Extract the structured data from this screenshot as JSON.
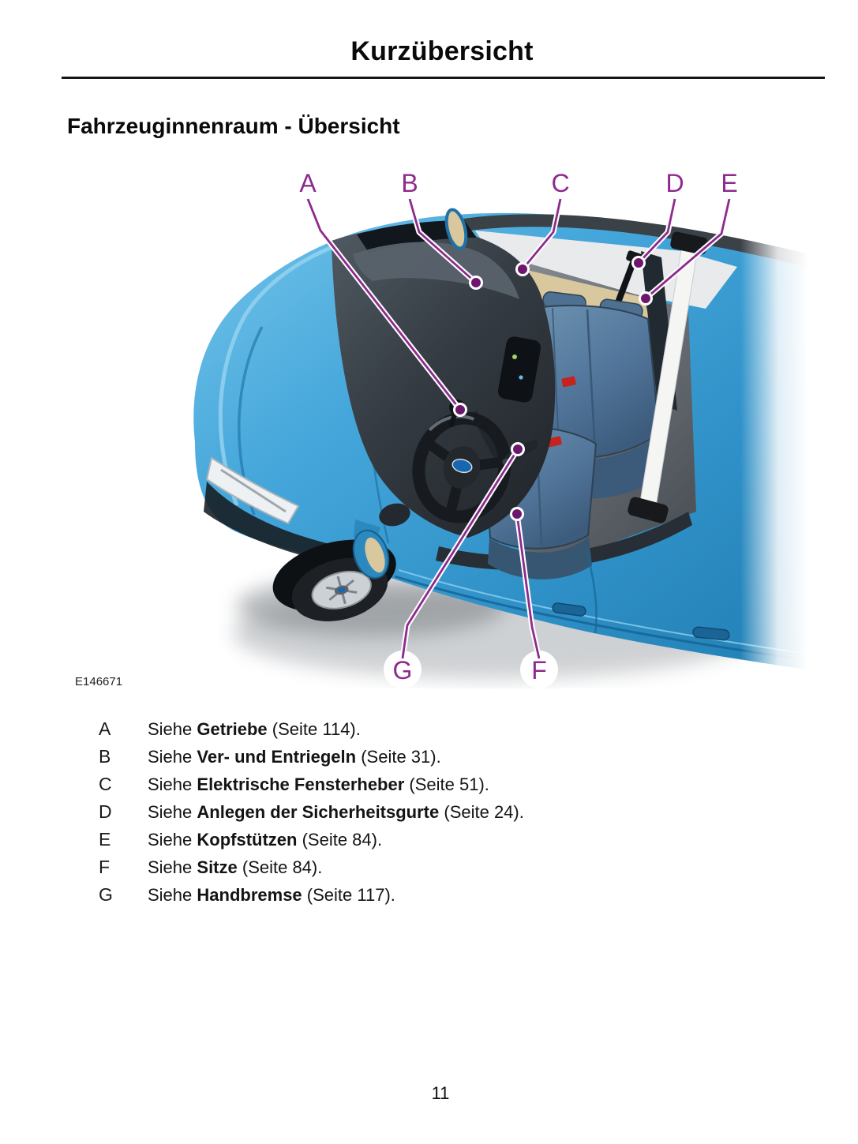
{
  "page": {
    "title": "Kurzübersicht",
    "page_number": "11"
  },
  "section_heading": "Fahrzeuginnenraum - Übersicht",
  "figure": {
    "id_label": "E146671",
    "callouts": [
      {
        "letter": "A"
      },
      {
        "letter": "B"
      },
      {
        "letter": "C"
      },
      {
        "letter": "D"
      },
      {
        "letter": "E"
      },
      {
        "letter": "F"
      },
      {
        "letter": "G"
      }
    ]
  },
  "legend_items": [
    {
      "letter": "A",
      "prefix": "Siehe ",
      "term": "Getriebe",
      "suffix": " (Seite 114)."
    },
    {
      "letter": "B",
      "prefix": "Siehe ",
      "term": "Ver- und Entriegeln",
      "suffix": " (Seite 31)."
    },
    {
      "letter": "C",
      "prefix": "Siehe ",
      "term": "Elektrische Fensterheber",
      "suffix": " (Seite 51)."
    },
    {
      "letter": "D",
      "prefix": "Siehe ",
      "term": "Anlegen der Sicherheitsgurte",
      "suffix": " (Seite 24)."
    },
    {
      "letter": "E",
      "prefix": "Siehe ",
      "term": "Kopfstützen",
      "suffix": " (Seite 84)."
    },
    {
      "letter": "F",
      "prefix": "Siehe ",
      "term": "Sitze",
      "suffix": " (Seite 84)."
    },
    {
      "letter": "G",
      "prefix": "Siehe ",
      "term": "Handbremse",
      "suffix": " (Seite 117)."
    }
  ],
  "colors": {
    "callout": "#8E2A8E",
    "callout_dot": "#6E156D",
    "body_blue": "#3FA2D8",
    "seat_blue": "#52769B",
    "interior_gray": "#383E45",
    "trim_tan": "#D9C79E"
  }
}
